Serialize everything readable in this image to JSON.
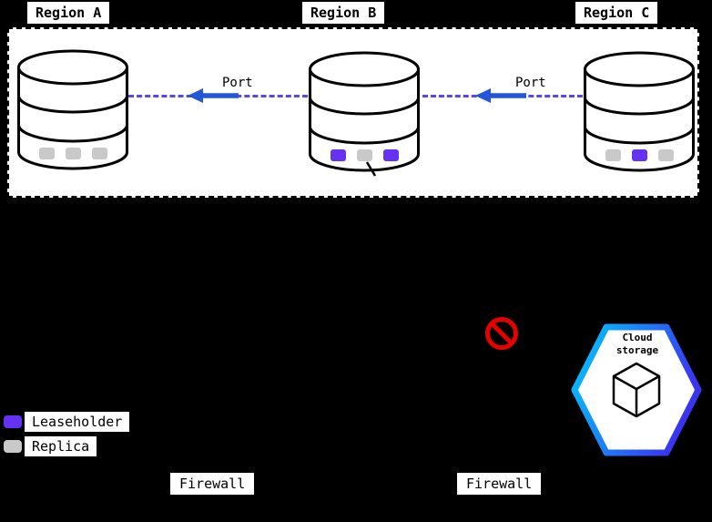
{
  "diagram": {
    "regions": [
      {
        "label": "Region A",
        "slots": [
          "replica",
          "replica",
          "replica"
        ]
      },
      {
        "label": "Region B",
        "slots": [
          "leaseholder",
          "replica",
          "leaseholder"
        ]
      },
      {
        "label": "Region C",
        "slots": [
          "replica",
          "leaseholder",
          "replica"
        ]
      }
    ],
    "connections": [
      {
        "label": "Port",
        "direction": "left"
      },
      {
        "label": "Port",
        "direction": "left"
      }
    ],
    "firewalls": [
      {
        "label": "Firewall"
      },
      {
        "label": "Firewall"
      }
    ],
    "legend": [
      {
        "label": "Leaseholder",
        "type": "leaseholder"
      },
      {
        "label": "Replica",
        "type": "replica"
      }
    ],
    "cloud_storage": {
      "label": "Cloud storage"
    }
  },
  "icons": {
    "database": "database-cylinder-icon",
    "prohibited": "no-entry-icon",
    "cube": "cube-icon",
    "hexagon": "cloud-storage-hexagon-icon",
    "arrow": "arrow-left-icon"
  },
  "colors": {
    "background": "#000000",
    "panel": "#ffffff",
    "outline": "#000000",
    "leaseholder": "#6432f0",
    "replica": "#c9c9c9",
    "dashed_link": "#5748ea",
    "arrow": "#2456d8",
    "prohibited": "#e60000",
    "hex_gradient_start": "#00c9ff",
    "hex_gradient_end": "#3a34f1"
  }
}
